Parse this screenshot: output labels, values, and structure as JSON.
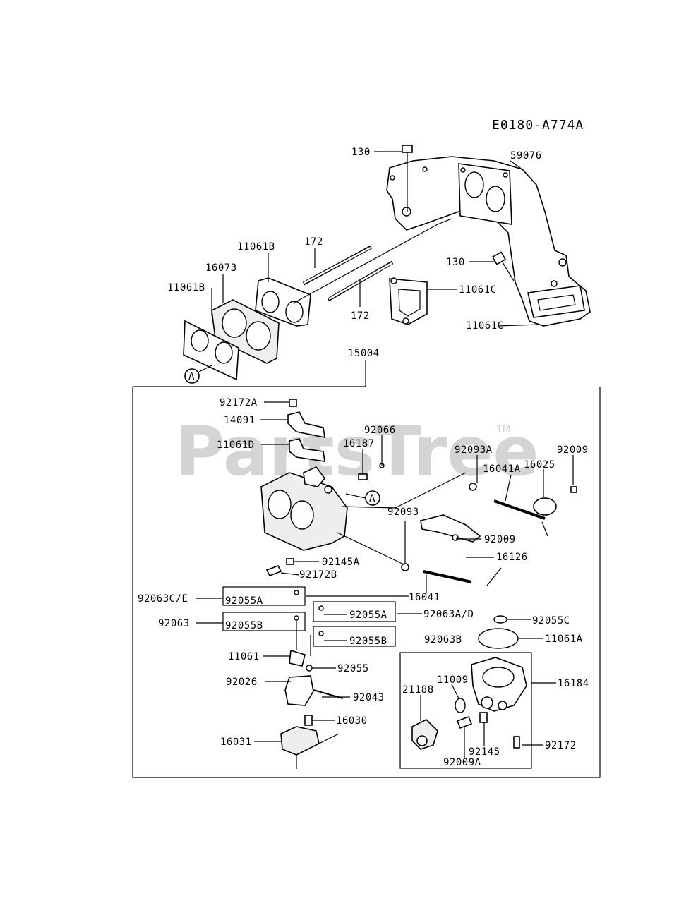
{
  "diagram_ref": "E0180-A774A",
  "watermark": "PartsTree",
  "trademark": "TM",
  "callout_a": "A",
  "labels": {
    "p130a": "130",
    "p59076": "59076",
    "p11061b_r": "11061B",
    "p172a": "172",
    "p16073": "16073",
    "p11061b_l": "11061B",
    "p130b": "130",
    "p11061c_a": "11061C",
    "p172b": "172",
    "p11061c_b": "11061C",
    "p15004": "15004",
    "p92172a": "92172A",
    "p14091": "14091",
    "p92066": "92066",
    "p11061d": "11061D",
    "p16187": "16187",
    "p92093a": "92093A",
    "p92009a_top": "92009",
    "p16041a": "16041A",
    "p16025": "16025",
    "p92093": "92093",
    "p92009_mid": "92009",
    "p16126": "16126",
    "p92145a": "92145A",
    "p92172b": "92172B",
    "p16041": "16041",
    "p92063ce": "92063C/E",
    "p92055a_box1": "92055A",
    "p92055a_box3": "92055A",
    "p92063ad": "92063A/D",
    "p92063": "92063",
    "p92055b_box2": "92055B",
    "p92055c": "92055C",
    "p92055b_box4": "92055B",
    "p92063b": "92063B",
    "p11061a": "11061A",
    "p11061": "11061",
    "p92055": "92055",
    "p92026": "92026",
    "p92043": "92043",
    "p11009": "11009",
    "p21188": "21188",
    "p16184": "16184",
    "p16030": "16030",
    "p16031": "16031",
    "p92145": "92145",
    "p92172": "92172",
    "p92009a_bot": "92009A"
  }
}
